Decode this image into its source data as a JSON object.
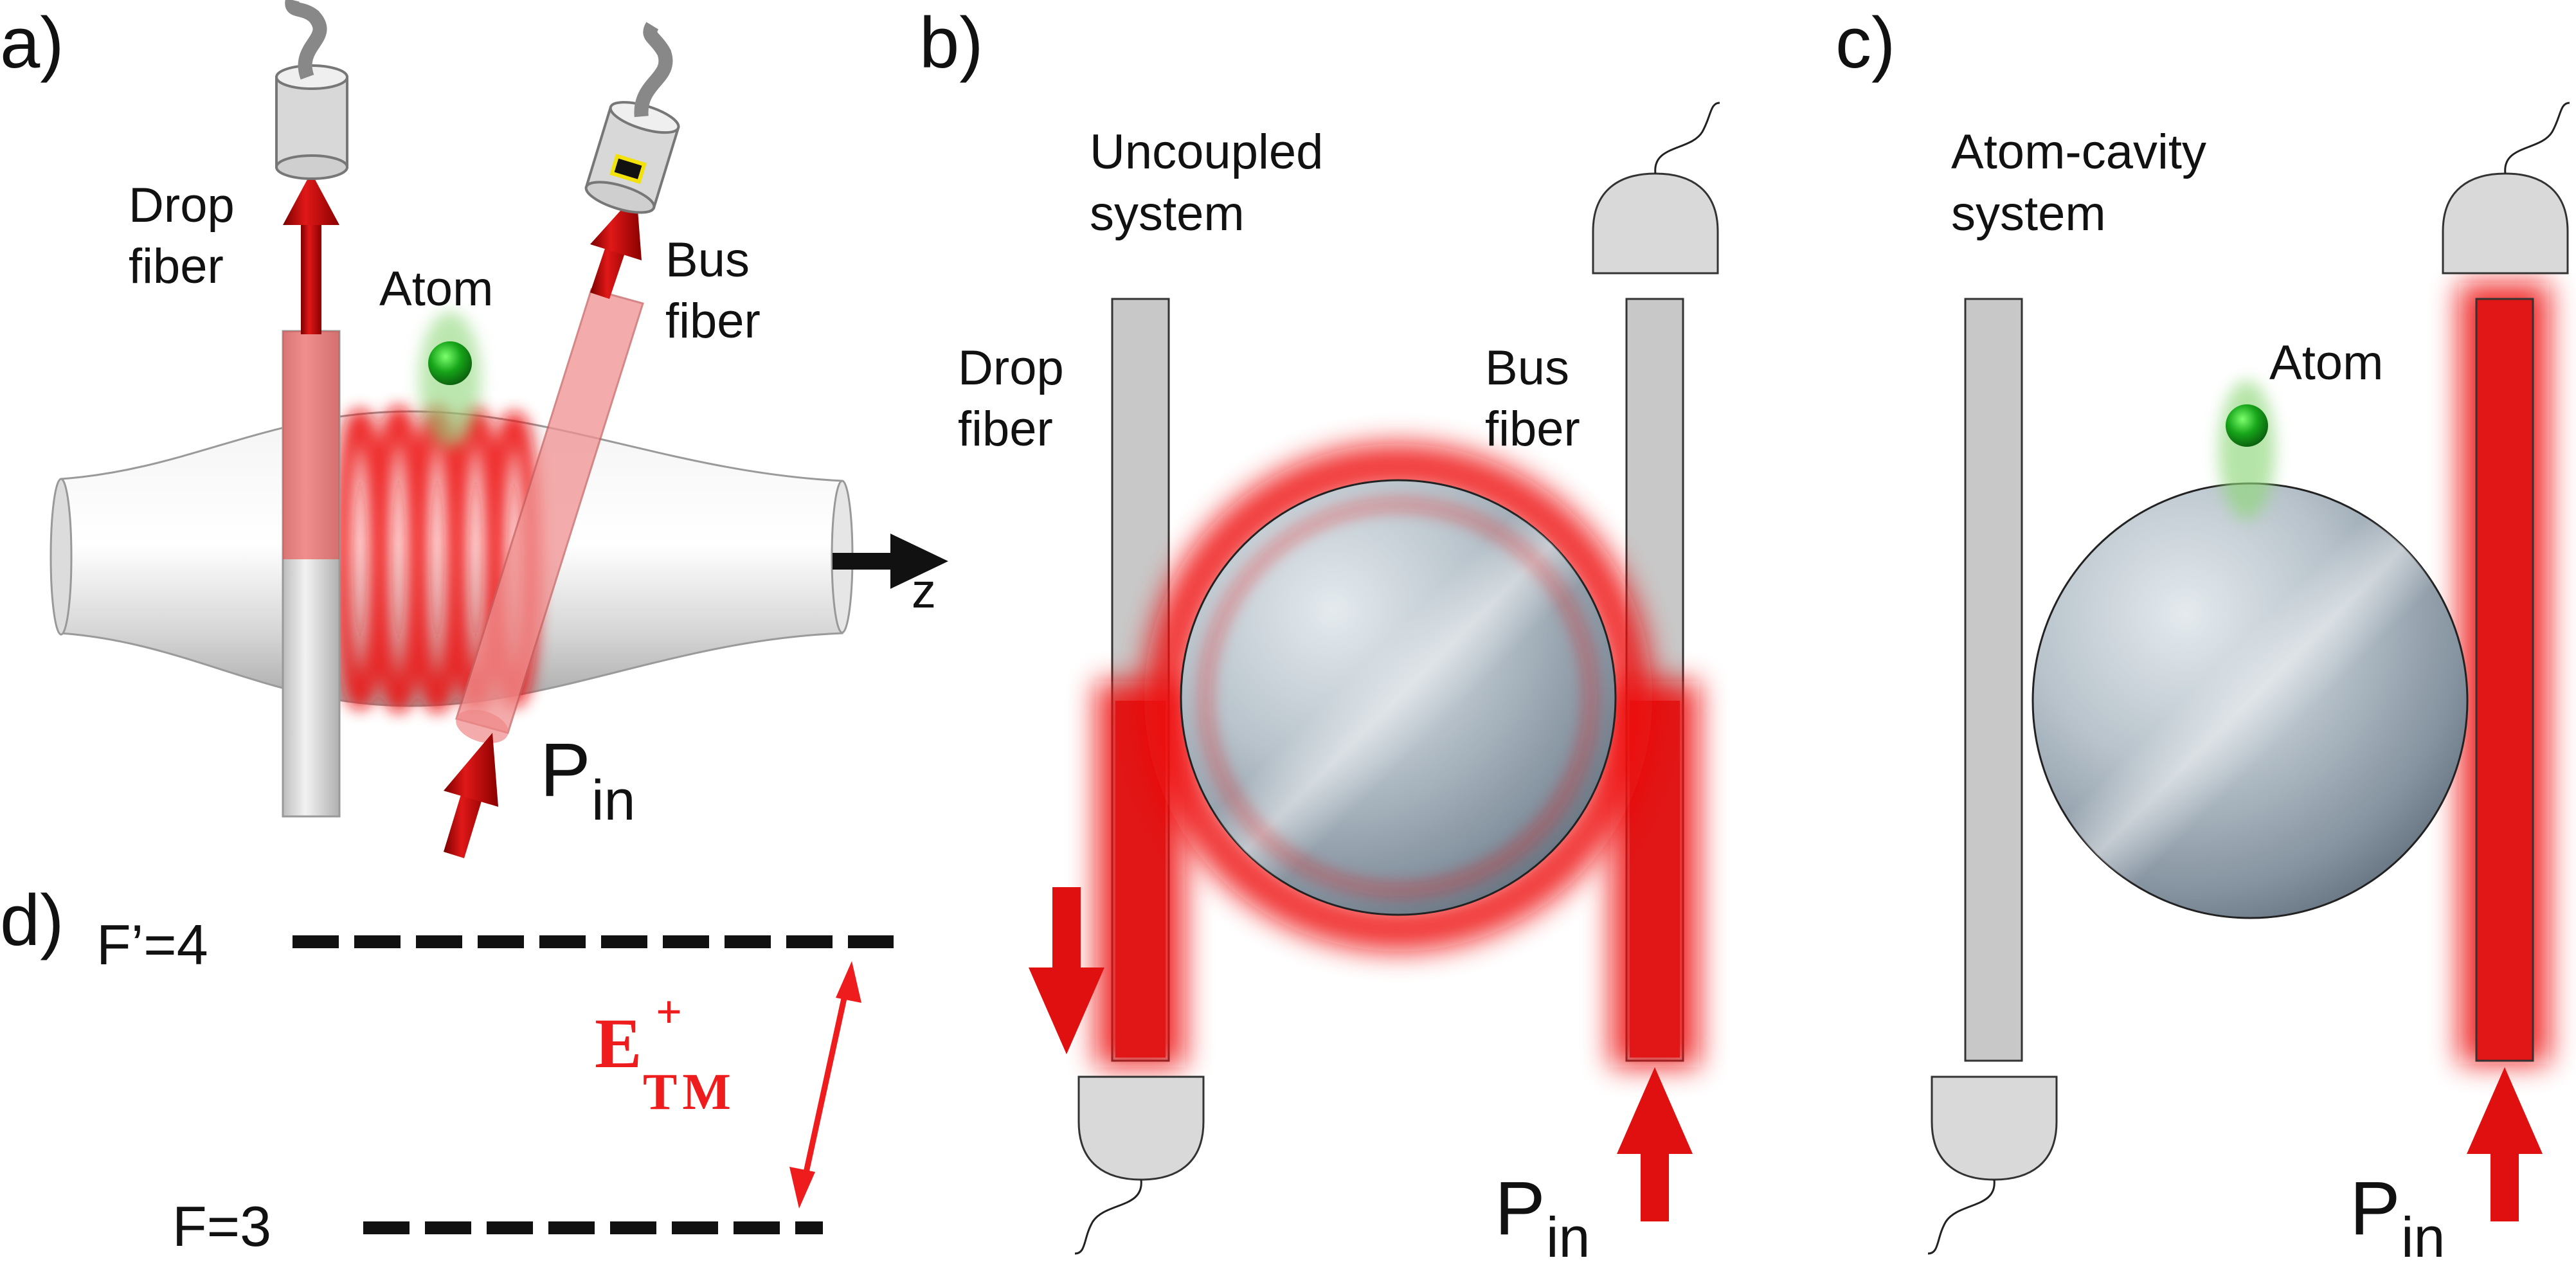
{
  "panels": {
    "a": {
      "letter": "a)",
      "drop_fiber": [
        "Drop",
        "fiber"
      ],
      "atom": "Atom",
      "bus_fiber": [
        "Bus",
        "fiber"
      ],
      "axis": "z",
      "pin_main": "P",
      "pin_sub": "in"
    },
    "b": {
      "letter": "b)",
      "title": [
        "Uncoupled",
        "system"
      ],
      "drop_fiber": [
        "Drop",
        "fiber"
      ],
      "bus_fiber": [
        "Bus",
        "fiber"
      ],
      "pin_main": "P",
      "pin_sub": "in"
    },
    "c": {
      "letter": "c)",
      "title": [
        "Atom-cavity",
        "system"
      ],
      "atom": "Atom",
      "pin_main": "P",
      "pin_sub": "in"
    },
    "d": {
      "letter": "d)",
      "upper_level": "F’=4",
      "lower_level": "F=3",
      "transition_main": "E",
      "transition_sup": "+",
      "transition_sub": "TM"
    }
  },
  "colors": {
    "light": "#e8101a",
    "arrow_dark": "#a00000",
    "fiber_gray": "#c8c8c8",
    "atom_green": "#139a19",
    "atom_halo": "#9ee08e"
  }
}
